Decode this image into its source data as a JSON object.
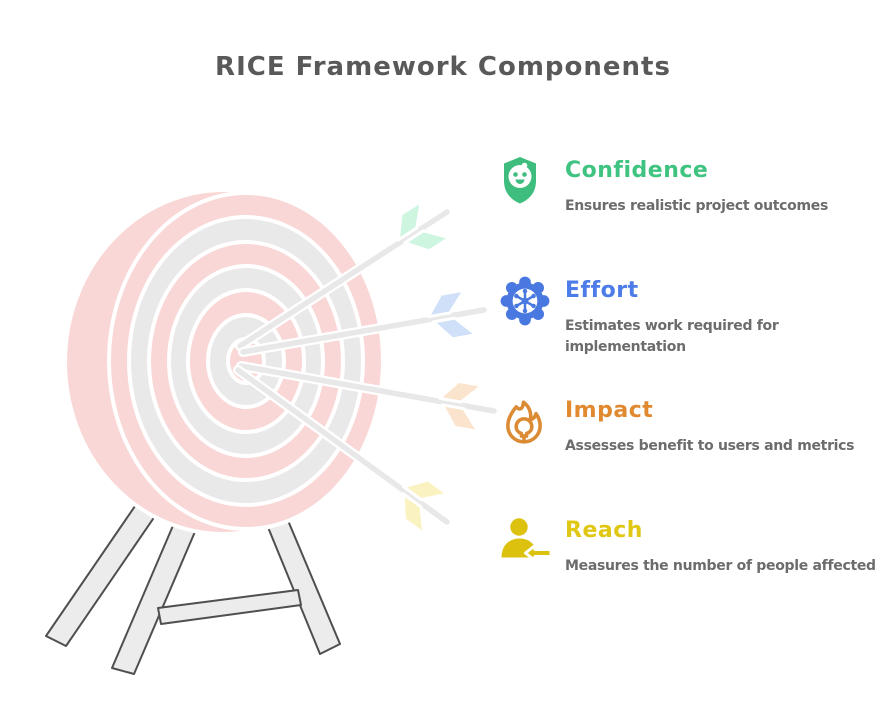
{
  "title": "RICE Framework Components",
  "items": [
    {
      "label": "Confidence",
      "description": "Ensures realistic project outcomes",
      "color": "#3FC380",
      "icon": "shield-face"
    },
    {
      "label": "Effort",
      "description": "Estimates work required for implementation",
      "color": "#4D7CE8",
      "icon": "gear"
    },
    {
      "label": "Impact",
      "description": "Assesses benefit to users and metrics",
      "color": "#E1892F",
      "icon": "flame"
    },
    {
      "label": "Reach",
      "description": "Measures the number of people affected",
      "color": "#E0C713",
      "icon": "person-arrow"
    }
  ],
  "illustration": {
    "name": "dartboard-on-easel-with-arrows",
    "target_ring_pink": "#FAD7D7",
    "target_ring_gray": "#E9E9EA",
    "arrow_shaft_color": "#E8E8E8",
    "fletching_colors": [
      "#CDF5DF",
      "#CFE0F8",
      "#FBE4CD",
      "#FAF2C0"
    ],
    "stand_color": "#ECECEC",
    "stand_outline": "#4F4F4F"
  }
}
